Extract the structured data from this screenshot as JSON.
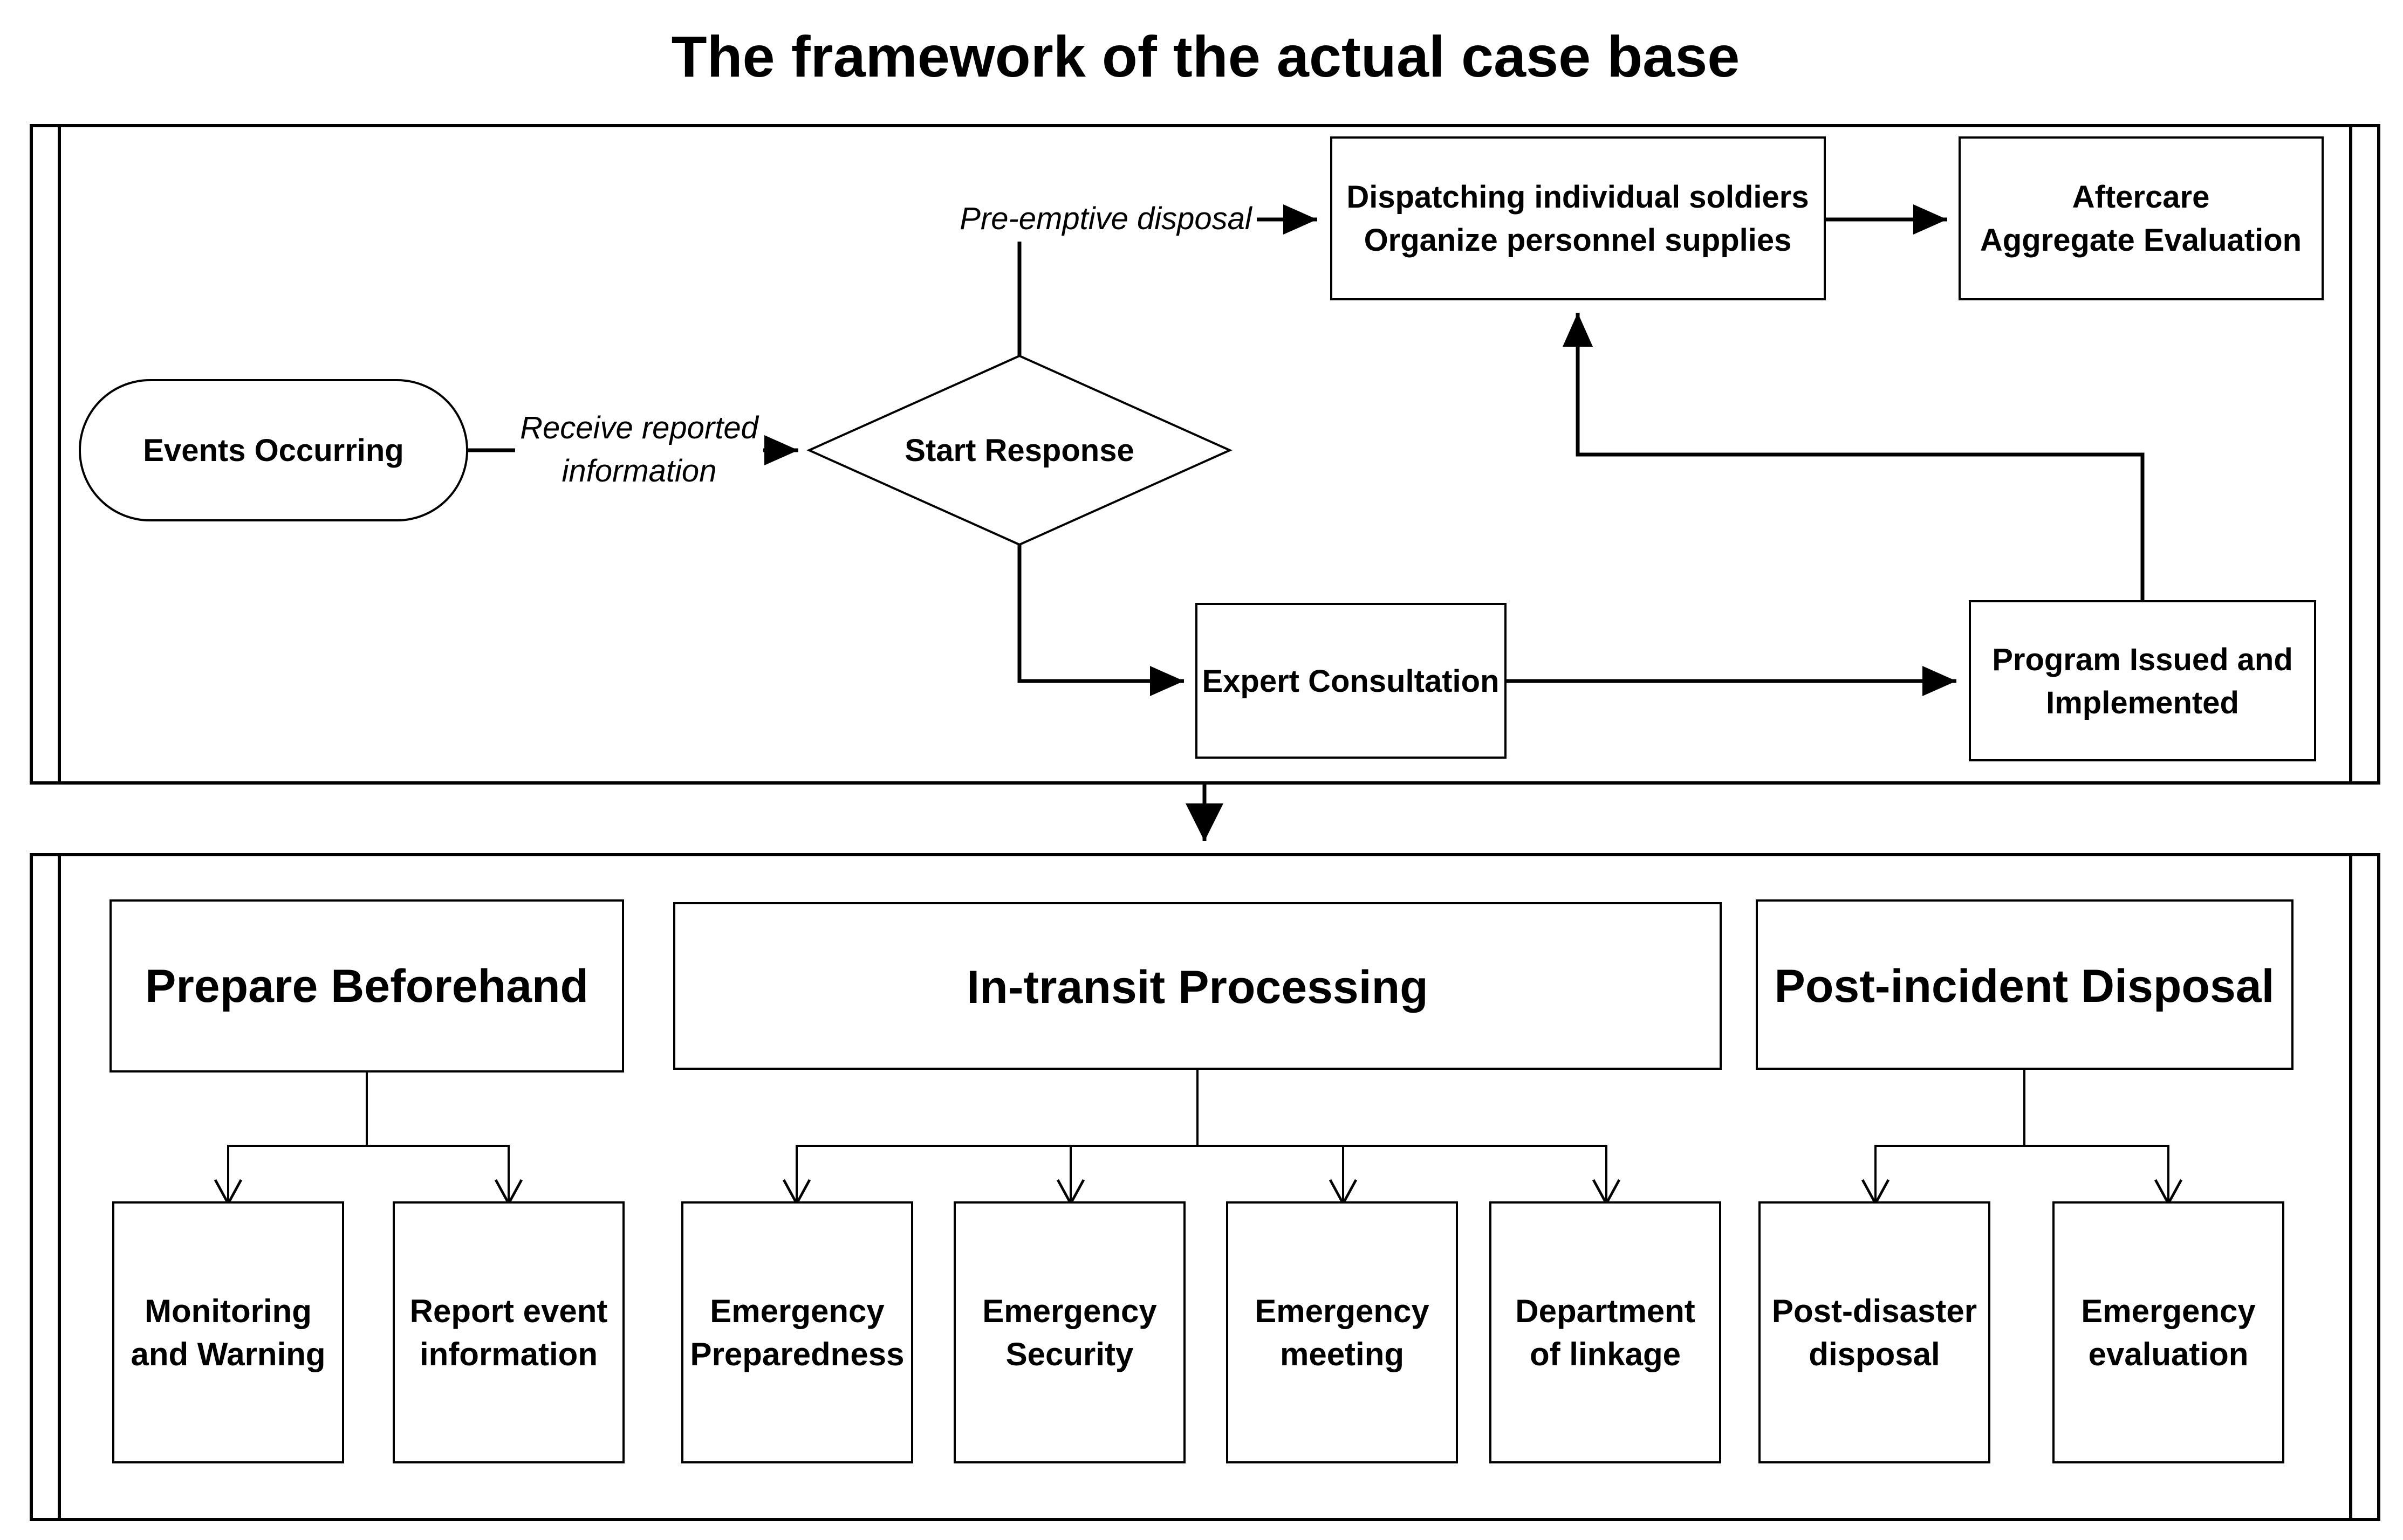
{
  "title": "The framework of the actual case base",
  "flow": {
    "events_occurring": "Events Occurring",
    "receive_label": [
      "Receive reported",
      "information"
    ],
    "start_response": "Start Response",
    "preemptive_label": "Pre-emptive disposal",
    "dispatch": [
      "Dispatching individual soldiers",
      "Organize personnel supplies"
    ],
    "aftercare": [
      "Aftercare",
      "Aggregate Evaluation"
    ],
    "expert": "Expert Consultation",
    "program": [
      "Program Issued and",
      "Implemented"
    ]
  },
  "phases": [
    {
      "title": "Prepare Beforehand",
      "items": [
        [
          "Monitoring",
          "and Warning"
        ],
        [
          "Report event",
          "information"
        ]
      ]
    },
    {
      "title": "In-transit Processing",
      "items": [
        [
          "Emergency",
          "Preparedness"
        ],
        [
          "Emergency",
          "Security"
        ],
        [
          "Emergency",
          "meeting"
        ],
        [
          "Department",
          "of linkage"
        ]
      ]
    },
    {
      "title": "Post-incident Disposal",
      "items": [
        [
          "Post-disaster",
          "disposal"
        ],
        [
          "Emergency",
          "evaluation"
        ]
      ]
    }
  ]
}
